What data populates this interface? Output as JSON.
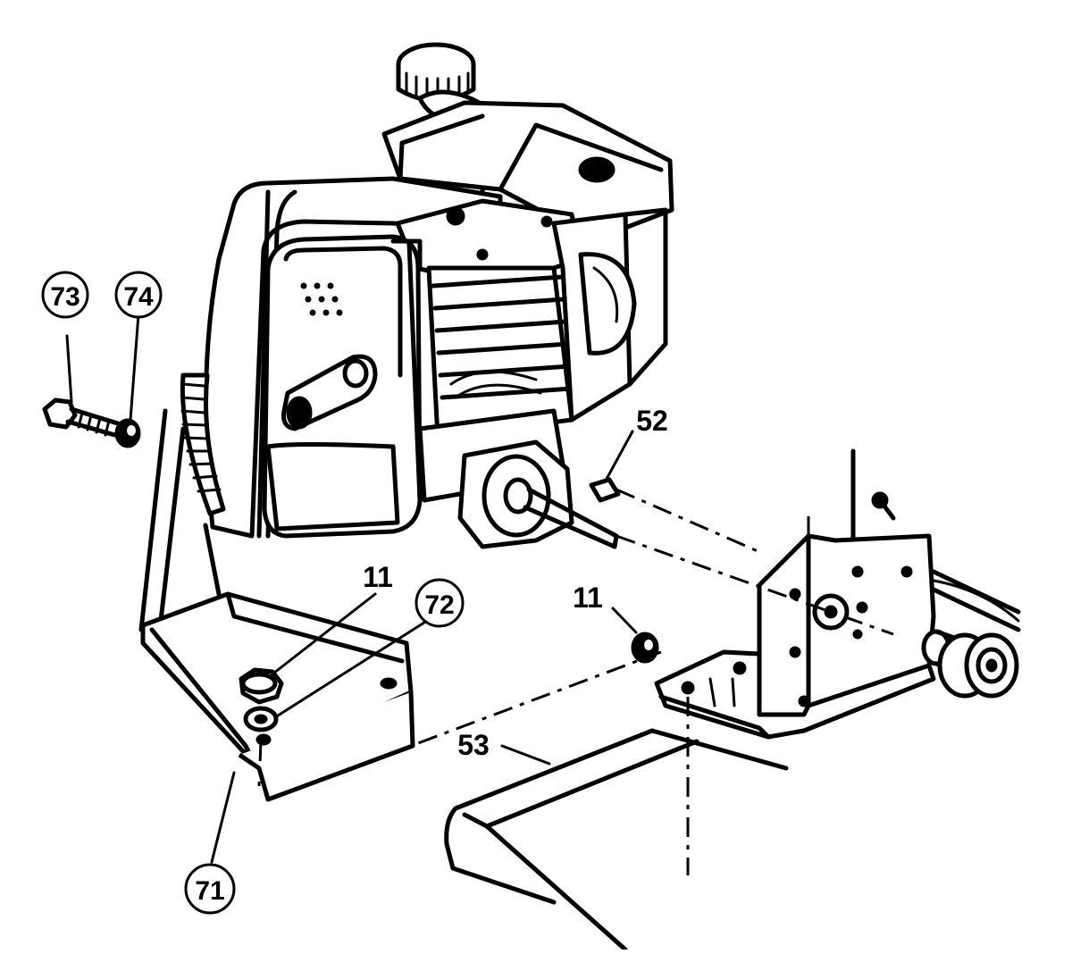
{
  "callouts": [
    {
      "id": "73",
      "label": "73",
      "circled": true
    },
    {
      "id": "74",
      "label": "74",
      "circled": true
    },
    {
      "id": "52",
      "label": "52",
      "circled": false
    },
    {
      "id": "11a",
      "label": "11",
      "circled": false
    },
    {
      "id": "72",
      "label": "72",
      "circled": true
    },
    {
      "id": "11b",
      "label": "11",
      "circled": false
    },
    {
      "id": "53",
      "label": "53",
      "circled": false
    },
    {
      "id": "71",
      "label": "71",
      "circled": true
    }
  ],
  "colors": {
    "ink": "#000000",
    "paper": "#ffffff"
  }
}
